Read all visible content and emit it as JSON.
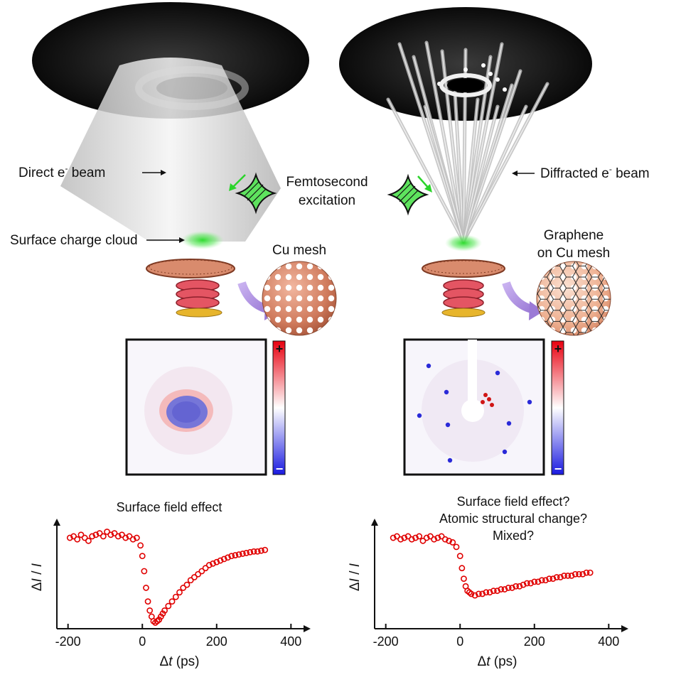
{
  "labels": {
    "direct_beam": "Direct e",
    "direct_beam_sup": "-",
    "direct_beam_rest": " beam",
    "femto_1": "Femtosecond",
    "femto_2": "excitation",
    "diffracted_beam": "Diffracted e",
    "diffracted_beam_sup": "-",
    "diffracted_beam_rest": " beam",
    "charge_cloud": "Surface charge cloud",
    "cu_mesh": "Cu mesh",
    "graphene_1": "Graphene",
    "graphene_2": "on Cu mesh",
    "plus": "+",
    "minus": "−"
  },
  "colors": {
    "cu": "#c9785e",
    "cu_dark": "#8a3e26",
    "coil": "#d8434f",
    "gold": "#e4b12a",
    "excitation": "#39d339",
    "data": "#e00000",
    "cbar_pos": "#e8000f",
    "cbar_neg": "#1a1ae0"
  },
  "chart_data": [
    {
      "type": "scatter",
      "title": "Surface field effect",
      "title_lines": [
        "Surface field effect"
      ],
      "xlabel": "Δt (ps)",
      "xlabel_parts": [
        "Δ",
        "t",
        " (ps)"
      ],
      "ylabel": "ΔI / I",
      "ylabel_parts": [
        "Δ",
        "I",
        " / ",
        "I"
      ],
      "xlim": [
        -230,
        430
      ],
      "ylim": [
        -0.6,
        0.08
      ],
      "xticks": [
        -200,
        0,
        200,
        400
      ],
      "xtick_labels": [
        "-200",
        "0",
        "200",
        "400"
      ],
      "series": [
        {
          "marker": "open-circle",
          "x": [
            -195,
            -185,
            -175,
            -165,
            -155,
            -145,
            -135,
            -125,
            -115,
            -105,
            -95,
            -85,
            -75,
            -65,
            -55,
            -45,
            -35,
            -25,
            -15,
            -5,
            0,
            5,
            10,
            15,
            20,
            25,
            30,
            35,
            40,
            45,
            50,
            55,
            60,
            70,
            80,
            90,
            100,
            110,
            120,
            130,
            140,
            150,
            160,
            170,
            180,
            190,
            200,
            210,
            220,
            230,
            240,
            250,
            260,
            270,
            280,
            290,
            300,
            310,
            320,
            330
          ],
          "y": [
            0.0,
            0.01,
            -0.01,
            0.02,
            0.0,
            -0.02,
            0.01,
            0.02,
            0.03,
            0.01,
            0.04,
            0.02,
            0.03,
            0.01,
            0.02,
            0.0,
            0.01,
            -0.01,
            0.0,
            -0.05,
            -0.12,
            -0.22,
            -0.33,
            -0.42,
            -0.48,
            -0.52,
            -0.55,
            -0.56,
            -0.55,
            -0.54,
            -0.52,
            -0.5,
            -0.48,
            -0.45,
            -0.42,
            -0.39,
            -0.36,
            -0.33,
            -0.31,
            -0.28,
            -0.26,
            -0.24,
            -0.22,
            -0.2,
            -0.18,
            -0.17,
            -0.16,
            -0.15,
            -0.14,
            -0.13,
            -0.12,
            -0.115,
            -0.11,
            -0.105,
            -0.1,
            -0.095,
            -0.09,
            -0.09,
            -0.085,
            -0.08
          ]
        }
      ]
    },
    {
      "type": "scatter",
      "title": "Surface field effect? Atomic structural change? Mixed?",
      "title_lines": [
        "Surface field effect?",
        "Atomic structural change?",
        "Mixed?"
      ],
      "xlabel": "Δt (ps)",
      "xlabel_parts": [
        "Δ",
        "t",
        " (ps)"
      ],
      "ylabel": "ΔI / I",
      "ylabel_parts": [
        "Δ",
        "I",
        " / ",
        "I"
      ],
      "xlim": [
        -230,
        430
      ],
      "ylim": [
        -0.6,
        0.08
      ],
      "xticks": [
        -200,
        0,
        200,
        400
      ],
      "xtick_labels": [
        "-200",
        "0",
        "200",
        "400"
      ],
      "series": [
        {
          "marker": "open-circle",
          "x": [
            -180,
            -170,
            -160,
            -150,
            -140,
            -130,
            -120,
            -110,
            -100,
            -90,
            -80,
            -70,
            -60,
            -50,
            -40,
            -30,
            -20,
            -10,
            0,
            5,
            10,
            15,
            20,
            25,
            30,
            40,
            50,
            60,
            70,
            80,
            90,
            100,
            110,
            120,
            130,
            140,
            150,
            160,
            170,
            180,
            190,
            200,
            210,
            220,
            230,
            240,
            250,
            260,
            270,
            280,
            290,
            300,
            310,
            320,
            330,
            340,
            350
          ],
          "y": [
            0.0,
            0.01,
            -0.01,
            0.0,
            0.01,
            -0.01,
            0.0,
            0.01,
            -0.02,
            0.0,
            0.01,
            -0.01,
            0.0,
            0.01,
            -0.01,
            -0.02,
            -0.03,
            -0.06,
            -0.12,
            -0.2,
            -0.27,
            -0.32,
            -0.35,
            -0.36,
            -0.37,
            -0.38,
            -0.37,
            -0.37,
            -0.36,
            -0.36,
            -0.35,
            -0.35,
            -0.34,
            -0.34,
            -0.33,
            -0.33,
            -0.32,
            -0.32,
            -0.31,
            -0.3,
            -0.3,
            -0.29,
            -0.29,
            -0.28,
            -0.28,
            -0.27,
            -0.27,
            -0.26,
            -0.26,
            -0.25,
            -0.25,
            -0.25,
            -0.24,
            -0.24,
            -0.24,
            -0.23,
            -0.23
          ]
        }
      ]
    }
  ]
}
